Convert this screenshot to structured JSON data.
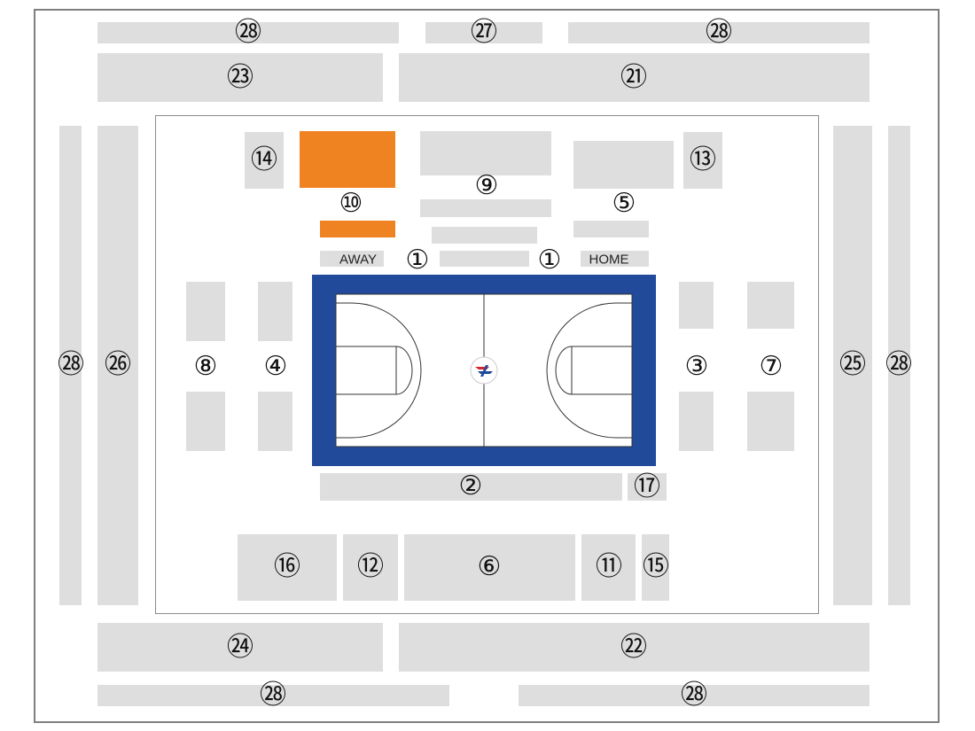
{
  "sections": {
    "s28_top_left": "㉘",
    "s27": "㉗",
    "s28_top_right": "㉘",
    "s23": "㉓",
    "s21": "㉑",
    "s14": "⑭",
    "s10": "⑩",
    "s9": "⑨",
    "s5": "⑤",
    "s13": "⑬",
    "s1_away": "①",
    "s1_home": "①",
    "s8": "⑧",
    "s4": "④",
    "s3": "③",
    "s7": "⑦",
    "s2": "②",
    "s17": "⑰",
    "s16": "⑯",
    "s12": "⑫",
    "s6": "⑥",
    "s11": "⑪",
    "s15": "⑮",
    "s28_left": "㉘",
    "s26": "㉖",
    "s25": "㉕",
    "s28_right": "㉘",
    "s24": "㉔",
    "s22": "㉒",
    "s28_bottom_left": "㉘",
    "s28_bottom_right": "㉘"
  },
  "labels": {
    "away": "AWAY",
    "home": "HOME"
  },
  "colors": {
    "block": "#dedede",
    "highlight": "#f08321",
    "court_border": "#214a9a",
    "logo_red": "#d6242c",
    "logo_blue": "#214a9a"
  }
}
